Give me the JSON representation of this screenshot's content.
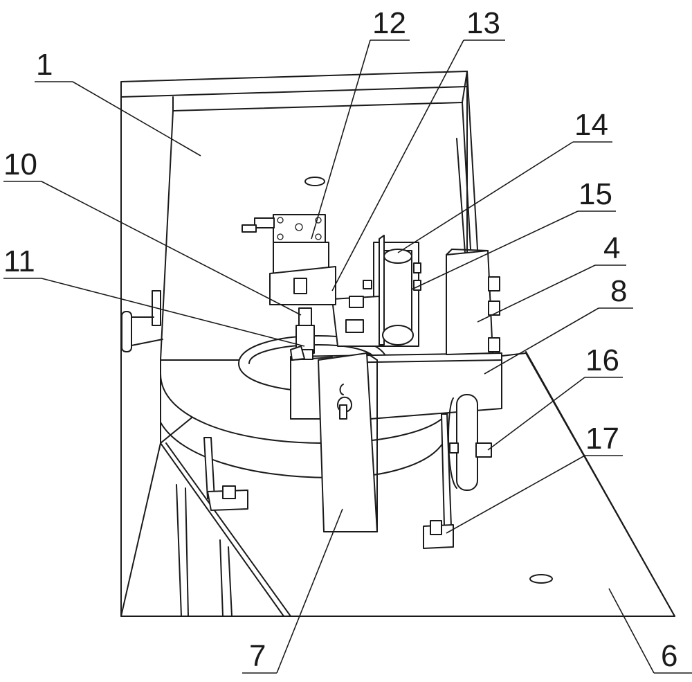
{
  "labels": {
    "l1": "1",
    "l4": "4",
    "l6": "6",
    "l7": "7",
    "l8": "8",
    "l10": "10",
    "l11": "11",
    "l12": "12",
    "l13": "13",
    "l14": "14",
    "l15": "15",
    "l16": "16",
    "l17": "17"
  },
  "colors": {
    "line": "#1a1a1a",
    "background": "#ffffff"
  }
}
